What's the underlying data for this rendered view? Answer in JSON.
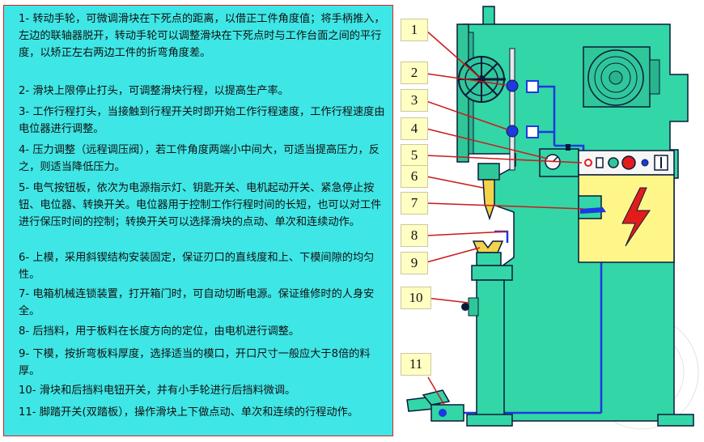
{
  "notes": [
    "1- 转动手轮，可微调滑块在下死点的距离，以借正工件角度值；将手柄推入，左边的联轴器脱开，转动手轮可以调整滑块在下死点时与工作台面之间的平行度，以矫正左右两边工件的折弯角度差。",
    "2- 滑块上限停止打头，可调整滑块行程，以提高生产率。",
    "3- 工作行程打头，当接触到行程开关时即开始工作行程速度，工作行程速度由电位器进行调整。",
    "4- 压力调整（远程调压阀），若工件角度两端小中间大，可适当提高压力，反之，则适当降低压力。",
    "5- 电气按钮板，依次为电源指示灯、钥匙开关、电机起动开关、紧急停止按钮、电位器、转换开关。电位器用于控制工作行程时间的长短，也可以对工件进行保压时间的控制；转换开关可以选择滑块的点动、单次和连续动作。",
    "6- 上模，采用斜锲结构安装固定，保证刃口的直线度和上、下模间隙的均匀性。",
    "7- 电箱机械连锁装置，打开箱门时，可自动切断电源。保证维修时的人身安全。",
    "8- 后挡料，用于板料在长度方向的定位，由电机进行调整。",
    "9- 下模，按折弯板料厚度，选择适当的模口，开口尺寸一般应大于8倍的料厚。",
    "10- 滑块和后挡料电钮开关，并有小手轮进行后挡料微调。",
    "11- 脚踏开关(双踏板），操作滑块上下做点动、单次和连续的行程动作。"
  ],
  "callouts": [
    "1",
    "2",
    "3",
    "4",
    "5",
    "6",
    "7",
    "8",
    "9",
    "10",
    "11"
  ],
  "colors": {
    "panel_bg": "#3fe6e6",
    "machine": "#33d6a6",
    "outline": "#0b1a3a",
    "wire": "#1d39e0",
    "leader": "#cc1a1a",
    "label_bg": "#ffffc2",
    "electric_box": "#fff68a",
    "bolt": "#e21b1b"
  },
  "icons": [
    "handwheel-icon",
    "motor-icon",
    "lightning-bolt-icon",
    "foot-pedal-icon"
  ]
}
